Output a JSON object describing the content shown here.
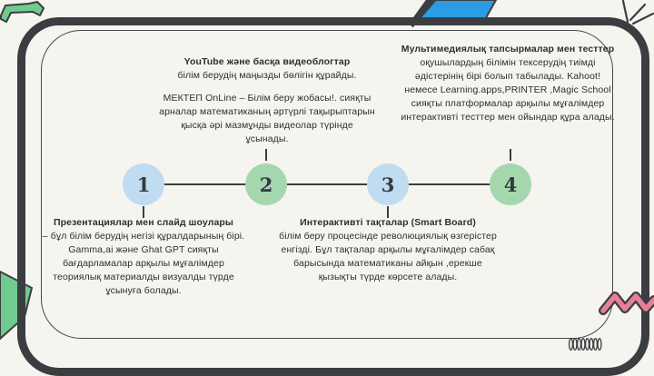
{
  "slide": {
    "background_color": "#f6f4ef",
    "frame_color": "#3b3e40",
    "text_color": "#2b2f33",
    "steps": [
      {
        "number": "1",
        "color": "#bfdcf0"
      },
      {
        "number": "2",
        "color": "#a5d7af"
      },
      {
        "number": "3",
        "color": "#bfdcf0"
      },
      {
        "number": "4",
        "color": "#a5d7af"
      }
    ],
    "blocks": {
      "video": {
        "lead": "YouTube және басқа видеоблогтар",
        "rest": "білім берудің маңызды бөлігін құрайды.",
        "para2": "МЕКТЕП OnLine – Білім беру жобасы!. сияқты арналар  математиканың әртүрлі тақырыптарын қысқа әрі мазмұнды видеолар түрінде ұсынады."
      },
      "multimedia": {
        "lead": "Мультимедиялық тапсырмалар мен тесттер",
        "rest": " оқушылардың білімін тексерудің тиімді әдістерінің бірі болып табылады. Kahoot! немесе Learning.apps,PRINTER ,Magic School сияқты платформалар арқылы  мұғалімдер интерактивті тесттер мен ойындар құра алады."
      },
      "presentation": {
        "lead": "Презентациялар мен слайд шоулары",
        "rest": "– бұл білім берудің негізі құралдарының бірі. Gamma,ai және Ghat GPT  сияқты бағдарламалар арқылы мұғалімдер теориялық материалды  визуалды түрде ұсынуға болады."
      },
      "smartboard": {
        "lead": "Интерактивті тақталар (Smart Board)",
        "rest": "білім беру процесінде революциялық өзгерістер енгізді. Бұл тақталар арқылы мұғалімдер сабақ барысында математиканы айқын ,ерекше қызықты түрде көрсете алады."
      }
    },
    "decor_colors": {
      "green": "#6fcb8f",
      "blue": "#2a9de5",
      "pink": "#e87f96",
      "dark": "#3b3e40"
    }
  }
}
